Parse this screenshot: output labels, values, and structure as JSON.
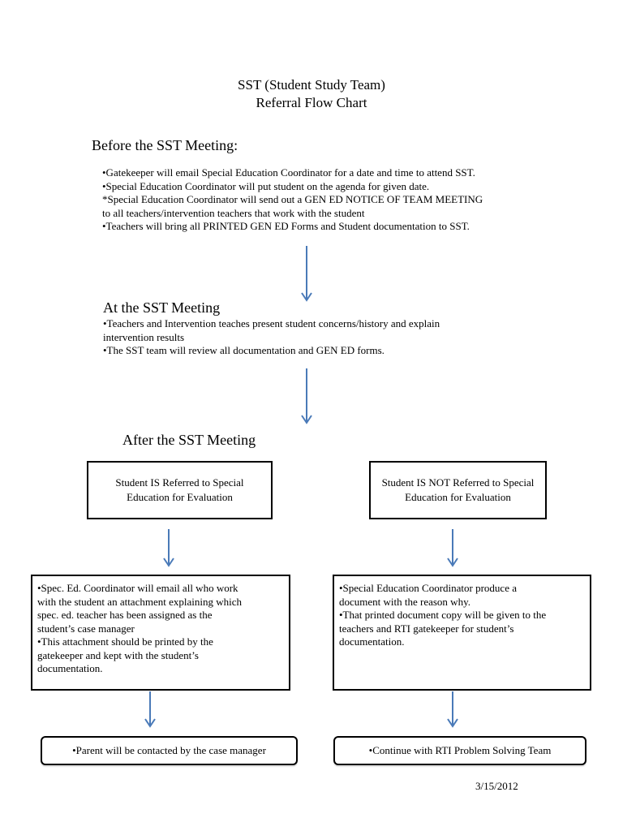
{
  "title": {
    "line1": "SST (Student Study Team)",
    "line2": "Referral Flow Chart"
  },
  "before": {
    "heading": "Before the SST Meeting:",
    "lines": [
      "•Gatekeeper will email Special Education Coordinator for a date and time to attend SST.",
      "•Special Education Coordinator will put student on the agenda for given date.",
      "*Special Education Coordinator will send out a GEN ED NOTICE OF TEAM MEETING",
      "to all teachers/intervention teachers that work with the student",
      "•Teachers will bring all PRINTED GEN ED Forms and Student documentation to SST."
    ]
  },
  "at": {
    "heading": "At the SST Meeting",
    "lines": [
      "•Teachers and Intervention teaches present student concerns/history and explain",
      "intervention results",
      "•The SST team will review all documentation and GEN ED forms."
    ]
  },
  "after": {
    "heading": "After the SST Meeting"
  },
  "left_branch": {
    "decision": "Student IS Referred to Special Education for Evaluation",
    "action_lines": [
      "•Spec. Ed. Coordinator will email all who work",
      "with the student an attachment explaining which",
      "spec. ed. teacher has been assigned as the",
      "student’s case manager",
      "•This attachment should be printed by the",
      "gatekeeper and kept with the student’s",
      "documentation."
    ],
    "outcome": "•Parent will be contacted by the case manager"
  },
  "right_branch": {
    "decision": "Student IS NOT Referred to Special Education for Evaluation",
    "action_lines": [
      "•Special Education Coordinator produce a",
      "document with the reason why.",
      "•That printed document copy will be given to the",
      "teachers and RTI gatekeeper for student’s",
      "documentation."
    ],
    "outcome": "•Continue with RTI Problem Solving Team"
  },
  "date": "3/15/2012",
  "colors": {
    "arrow": "#4a7ab8",
    "border": "#000000",
    "text": "#000000"
  }
}
